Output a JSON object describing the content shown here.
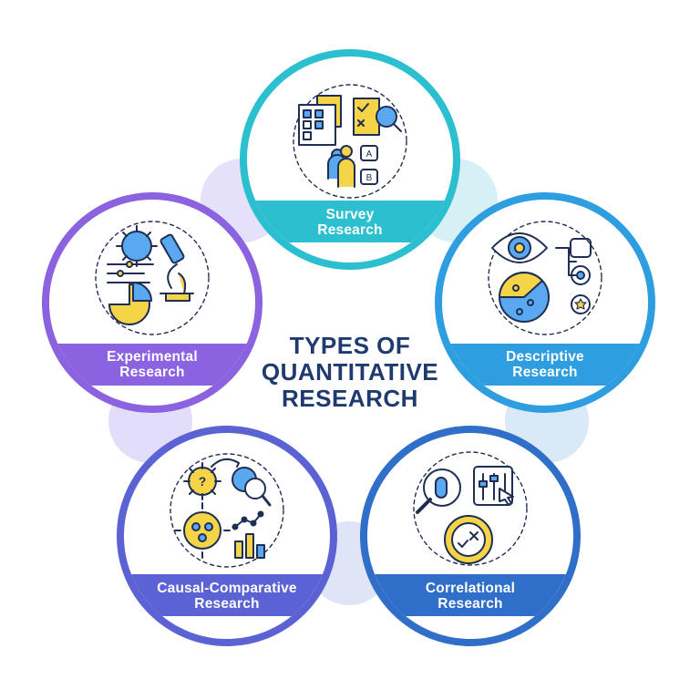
{
  "title": {
    "line1": "TYPES OF",
    "line2": "QUANTITATIVE",
    "line3": "RESEARCH"
  },
  "nodes": [
    {
      "key": "survey",
      "line1": "Survey",
      "line2": "Research",
      "color": "#2bbfcf"
    },
    {
      "key": "descriptive",
      "line1": "Descriptive",
      "line2": "Research",
      "color": "#2f9ee0"
    },
    {
      "key": "correlational",
      "line1": "Correlational",
      "line2": "Research",
      "color": "#2f6fc9"
    },
    {
      "key": "causal",
      "line1": "Causal-Comparative",
      "line2": "Research",
      "color": "#5b62d4"
    },
    {
      "key": "experimental",
      "line1": "Experimental",
      "line2": "Research",
      "color": "#8b62e0"
    }
  ],
  "icons": {
    "survey": "survey-checklist-icon",
    "descriptive": "eye-chart-icon",
    "correlational": "magnifier-puzzle-icon",
    "causal": "gears-group-chart-icon",
    "experimental": "gear-microscope-pie-icon"
  },
  "colors": {
    "title": "#1f3a6e",
    "icon_outline": "#1f2e55",
    "icon_yellow": "#f5d547",
    "icon_blue": "#5aa9f0",
    "connector": "#dce9f7"
  }
}
